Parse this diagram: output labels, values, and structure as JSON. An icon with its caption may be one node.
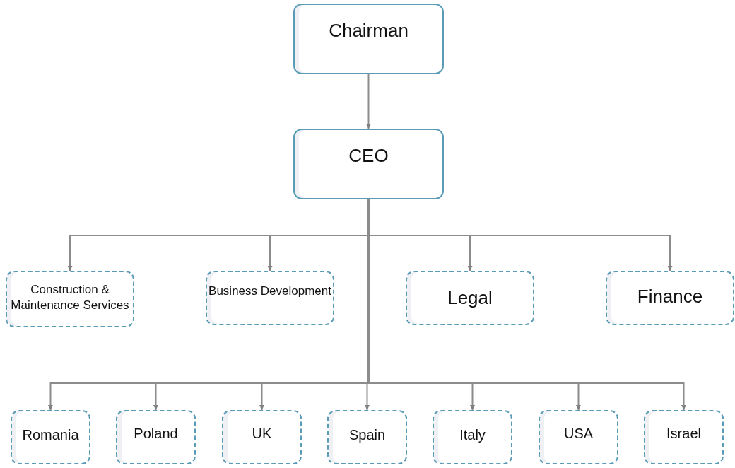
{
  "diagram": {
    "nodes": [
      {
        "text": [
          "Chairman"
        ]
      },
      {
        "text": [
          "CEO"
        ]
      },
      {
        "text": [
          "Construction & Maintenance Services"
        ]
      },
      {
        "text": [
          "Business Development"
        ]
      },
      {
        "text": [
          "Legal"
        ]
      },
      {
        "text": [
          "Finance"
        ]
      },
      {
        "text": [
          "Romania"
        ]
      },
      {
        "text": [
          "Poland"
        ]
      },
      {
        "text": [
          "UK"
        ]
      },
      {
        "text": [
          "Spain"
        ]
      },
      {
        "text": [
          "Italy"
        ]
      },
      {
        "text": [
          "USA"
        ]
      },
      {
        "text": [
          "Israel"
        ]
      }
    ],
    "edges": [
      {
        "from": 0,
        "to": 1,
        "arrow": "to"
      },
      {
        "from": 1,
        "to": 2,
        "arrow": "to"
      },
      {
        "from": 1,
        "to": 3,
        "arrow": "to"
      },
      {
        "from": 1,
        "to": 4,
        "arrow": "to"
      },
      {
        "from": 1,
        "to": 5,
        "arrow": "to"
      },
      {
        "from": 1,
        "to": 6,
        "arrow": "to"
      },
      {
        "from": 1,
        "to": 7,
        "arrow": "to"
      },
      {
        "from": 1,
        "to": 8,
        "arrow": "to"
      },
      {
        "from": 1,
        "to": 9,
        "arrow": "to"
      },
      {
        "from": 1,
        "to": 10,
        "arrow": "to"
      },
      {
        "from": 1,
        "to": 11,
        "arrow": "to"
      },
      {
        "from": 1,
        "to": 12,
        "arrow": "to"
      }
    ]
  }
}
